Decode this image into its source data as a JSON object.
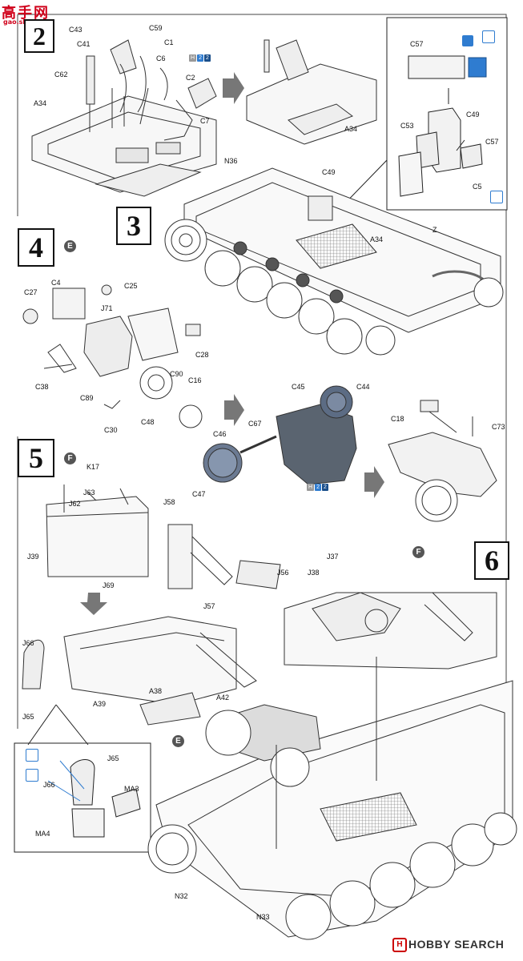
{
  "watermark_top": {
    "cn": "高手网",
    "url": "gao.shou.com"
  },
  "watermark_bottom": "HOBBY SEARCH",
  "steps": [
    {
      "num": "2"
    },
    {
      "num": "3"
    },
    {
      "num": "4",
      "sub": "E"
    },
    {
      "num": "5",
      "sub": "F"
    },
    {
      "num": "6",
      "sub": "F"
    }
  ],
  "subassembly_E": "E",
  "parts": {
    "s2": [
      "C43",
      "C59",
      "C41",
      "C1",
      "C62",
      "C6",
      "C2",
      "A34",
      "C7",
      "A34"
    ],
    "inset": [
      "C57",
      "C49",
      "C53",
      "C57",
      "C5"
    ],
    "s3": [
      "N36",
      "C49",
      "A34",
      "Z"
    ],
    "s4": [
      "C4",
      "C25",
      "C27",
      "J71",
      "C28",
      "C38",
      "C89",
      "C90",
      "C16",
      "C48",
      "C30"
    ],
    "mid": [
      "C45",
      "C44",
      "C18",
      "C73",
      "C67",
      "C46",
      "C47"
    ],
    "s5": [
      "K17",
      "J63",
      "J62",
      "J58",
      "J39",
      "J69",
      "J56",
      "J57"
    ],
    "s5b": [
      "J66",
      "A38",
      "J65",
      "A39",
      "A42"
    ],
    "inset2": [
      "J65",
      "J66",
      "MA3",
      "MA4"
    ],
    "s6": [
      "J37",
      "J38",
      "N32",
      "N33"
    ]
  },
  "tags": {
    "a": "H",
    "b": "2",
    "c": "2"
  }
}
